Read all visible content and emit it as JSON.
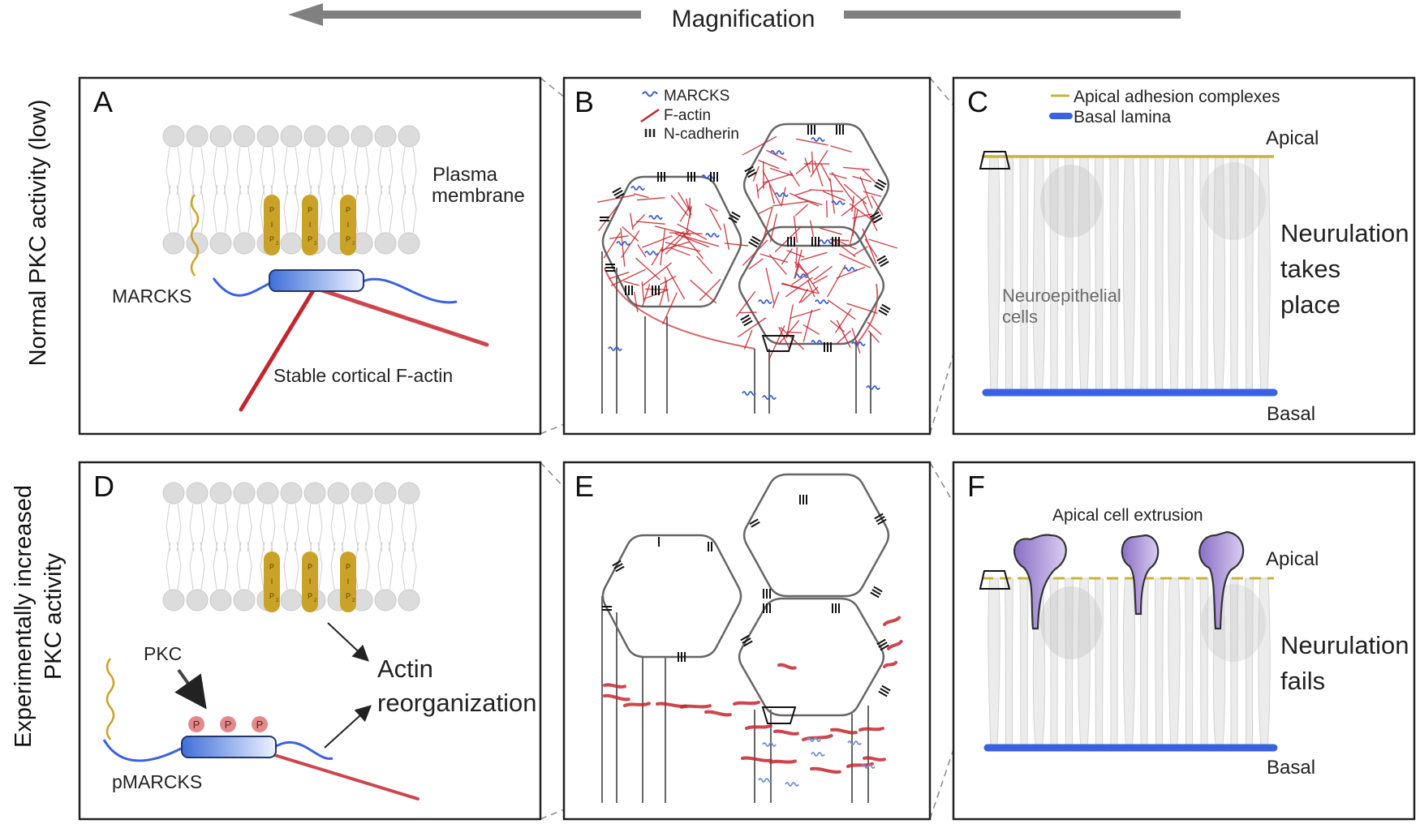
{
  "header": {
    "magnification_label": "Magnification"
  },
  "row_labels": {
    "top": "Normal PKC activity (low)",
    "bottom_line1": "Experimentally increased",
    "bottom_line2": "PKC activity"
  },
  "panels": {
    "A": {
      "letter": "A",
      "membrane_line1": "Plasma",
      "membrane_line2": "membrane",
      "marcks": "MARCKS",
      "factin": "Stable cortical F-actin"
    },
    "B": {
      "letter": "B",
      "legend": [
        "MARCKS",
        "F-actin",
        "N-cadherin"
      ]
    },
    "C": {
      "letter": "C",
      "legend": [
        "Apical adhesion complexes",
        "Basal lamina"
      ],
      "apical": "Apical",
      "basal": "Basal",
      "cells_line1": "Neuroepithelial",
      "cells_line2": "cells",
      "outcome": [
        "Neurulation",
        "takes",
        "place"
      ]
    },
    "D": {
      "letter": "D",
      "pkc": "PKC",
      "phospho": "P",
      "pmarcks": "pMARCKS",
      "actin_line1": "Actin",
      "actin_line2": "reorganization"
    },
    "E": {
      "letter": "E"
    },
    "F": {
      "letter": "F",
      "extrusion": "Apical cell extrusion",
      "apical": "Apical",
      "basal": "Basal",
      "outcome": [
        "Neurulation",
        "fails"
      ]
    }
  },
  "pip2": {
    "p1": "P",
    "i": "I",
    "p2": "P",
    "sub": "2"
  },
  "colors": {
    "marcks_wave": "#3a5fcf",
    "factin": "#c4262e",
    "pip2": "#c9a227",
    "apical_line": "#c8b43a",
    "basal_line": "#3a62e0",
    "extrusion_cell": "#a78bd0",
    "frame": "#222222",
    "arrow": "#808080"
  }
}
